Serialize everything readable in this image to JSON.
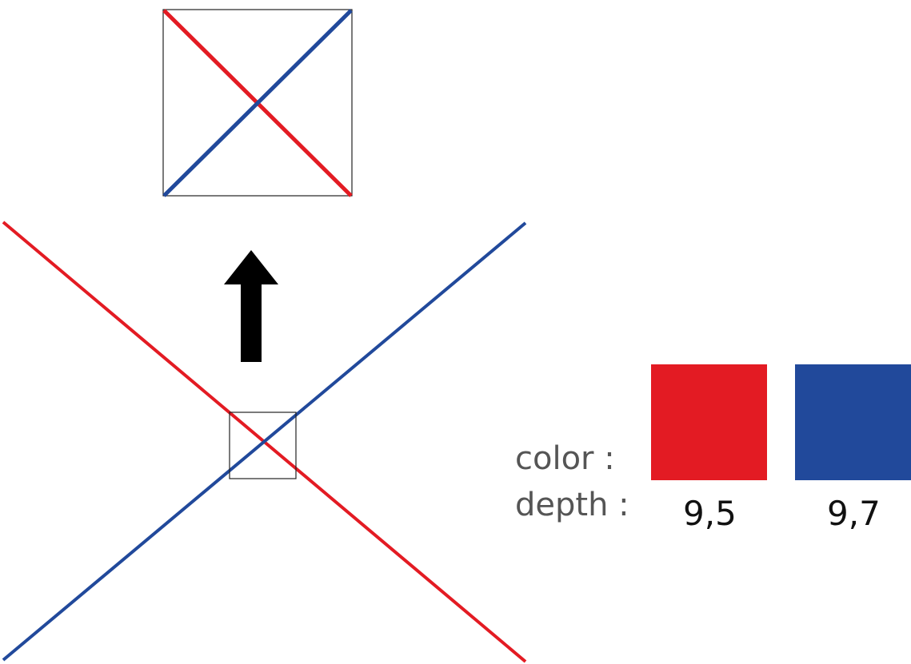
{
  "colors": {
    "red": "#E31B23",
    "blue": "#21499B",
    "box_outline": "#222222",
    "arrow": "#000000"
  },
  "legend": {
    "color_label": "color :",
    "depth_label": "depth :",
    "swatches": [
      {
        "name": "red",
        "color": "#E31B23",
        "depth": "9,5"
      },
      {
        "name": "blue",
        "color": "#21499B",
        "depth": "9,7"
      }
    ]
  }
}
